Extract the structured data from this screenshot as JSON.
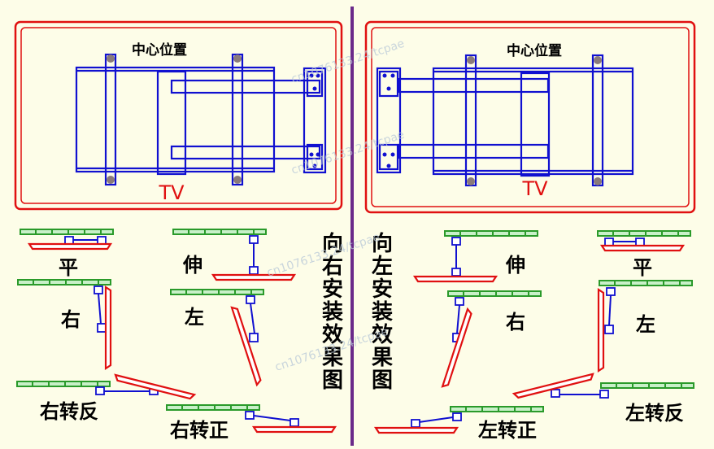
{
  "left_panel": {
    "center_label": "中心位置",
    "tv_label": "TV",
    "vertical_title": [
      "向",
      "右",
      "安",
      "装",
      "效",
      "果",
      "图"
    ],
    "states": {
      "flat": "平",
      "extend": "伸",
      "right": "右",
      "left": "左",
      "right_reverse": "右转反",
      "right_forward": "右转正"
    }
  },
  "right_panel": {
    "center_label": "中心位置",
    "tv_label": "TV",
    "vertical_title": [
      "向",
      "左",
      "安",
      "装",
      "效",
      "果",
      "图"
    ],
    "states": {
      "flat": "平",
      "extend": "伸",
      "right": "右",
      "left": "左",
      "left_reverse": "左转反",
      "left_forward": "左转正"
    }
  },
  "watermark": "cn1076133.24/tcpae",
  "colors": {
    "background": "#fdfde8",
    "frame_red": "#e01010",
    "bracket_blue": "#1010d0",
    "wall_green": "#2a9a2a",
    "divider_purple": "#6a2a8a",
    "bolt_gray": "#8a7a7a"
  }
}
